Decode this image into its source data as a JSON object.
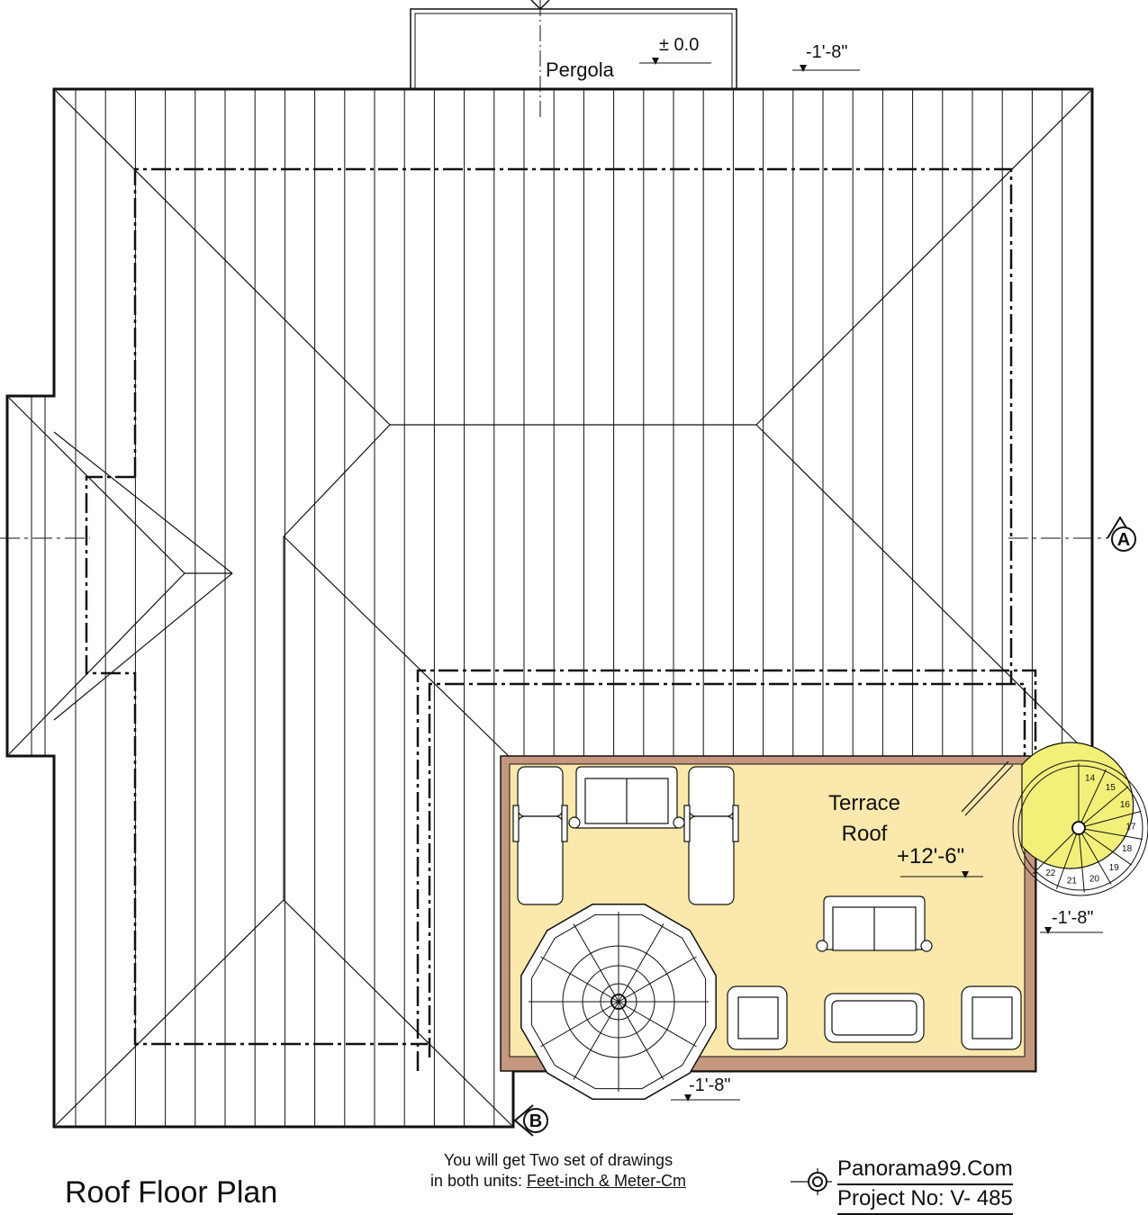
{
  "drawing": {
    "title": "Roof Floor Plan",
    "pergola_label": "Pergola",
    "level_pergola": "± 0.0",
    "level_top_right": "-1'-8\"",
    "terrace_label_line1": "Terrace",
    "terrace_label_line2": "Roof",
    "level_terrace": "+12'-6\"",
    "level_terrace_edge": "-1'-8\"",
    "level_bottom": "-1'-8\"",
    "section_a": "A",
    "section_b": "B",
    "stair_steps": [
      "14",
      "15",
      "16",
      "17",
      "18",
      "19",
      "20",
      "21",
      "22"
    ]
  },
  "note": {
    "line1": "You will get Two set of drawings",
    "line2_prefix": "in both units: ",
    "line2_units": "Feet-inch & Meter-Cm"
  },
  "brand": {
    "website": "Panorama99.Com",
    "project": "Project No: V- 485"
  },
  "colors": {
    "line": "#111111",
    "terrace_fill": "#fbe8ad",
    "terrace_border": "#c4977f",
    "stair_fill": "#f3f07a"
  }
}
